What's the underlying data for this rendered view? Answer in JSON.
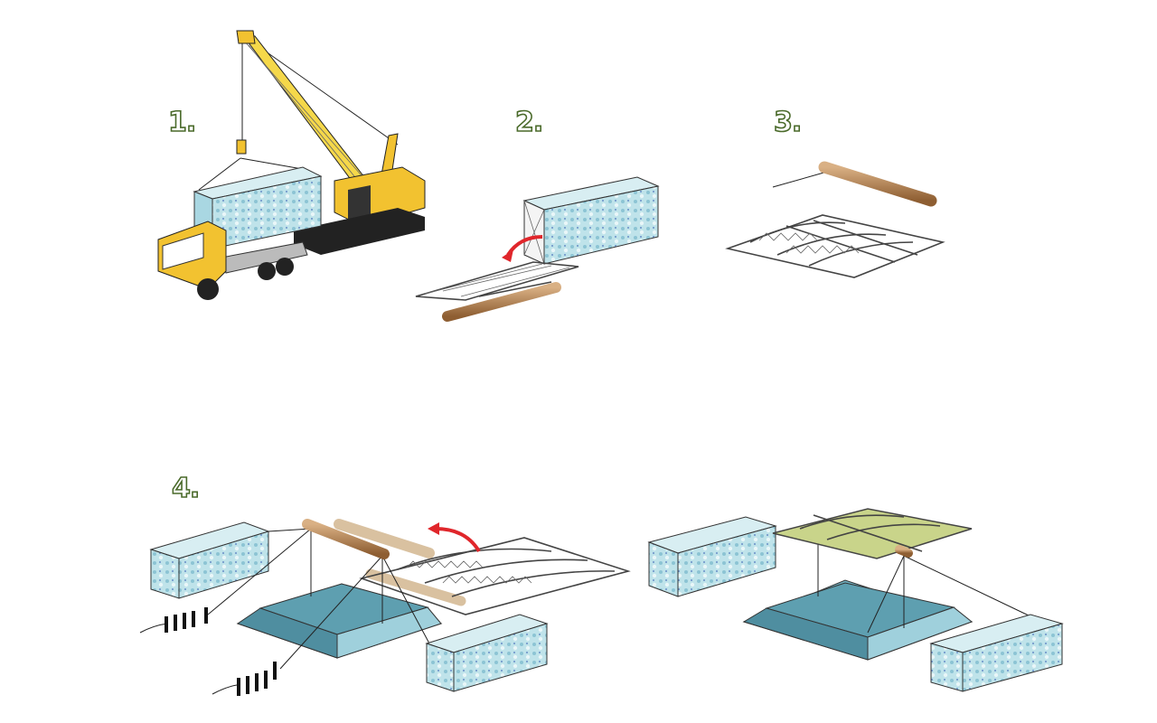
{
  "steps": [
    {
      "label": "1."
    },
    {
      "label": "2."
    },
    {
      "label": "3."
    },
    {
      "label": "4."
    }
  ],
  "colors": {
    "label_outline": "#4a6a2a",
    "container": "#a9d7e2",
    "crane": "#f2c230",
    "log": "#b07e4e",
    "arrow": "#e0262b",
    "platform": "#6fb0c0",
    "roof": "#c9d48a"
  }
}
